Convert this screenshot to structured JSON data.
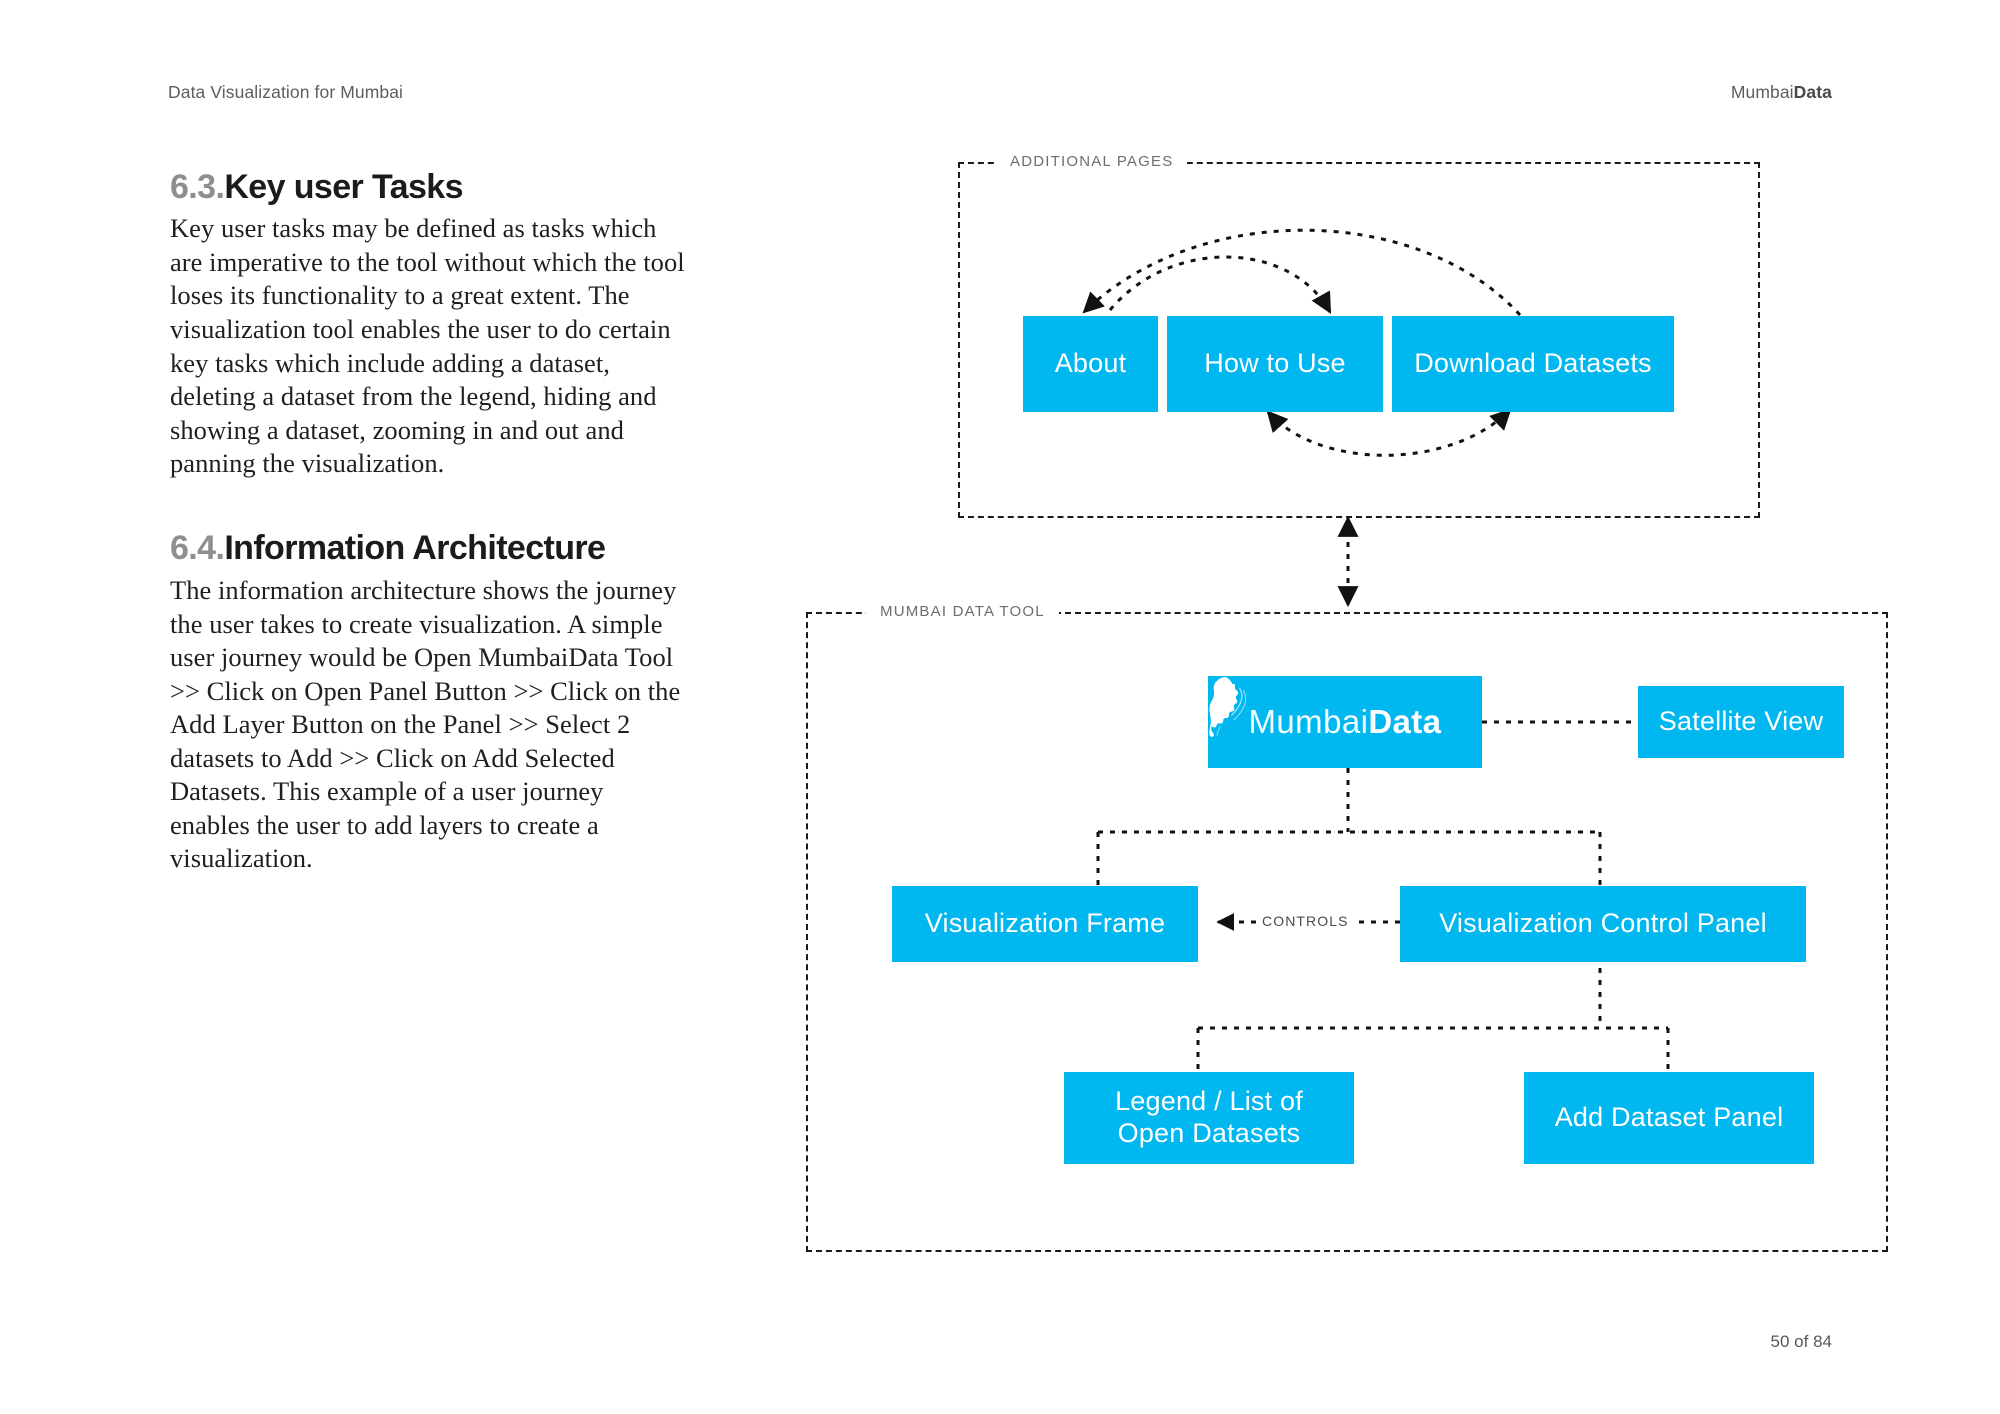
{
  "document": {
    "running_head_left": "Data Visualization for Mumbai",
    "running_head_right_light": "Mumbai",
    "running_head_right_bold": "Data",
    "folio": "50 of 84"
  },
  "sections": [
    {
      "number": "6.3.",
      "title": "Key user Tasks",
      "body": "Key user tasks may be defined as tasks which are imperative to the tool without which the tool loses its functionality to a great extent. The visualization tool enables the user to do certain key tasks which include adding a dataset, deleting a dataset from the legend, hiding and showing a dataset, zooming in and out and panning the visualization."
    },
    {
      "number": "6.4.",
      "title": "Information Architecture",
      "body": "The information architecture shows the journey the user takes to create visualization. A simple user journey would be Open MumbaiData Tool >> Click on Open Panel Button >> Click on the Add Layer Button on the Panel >> Select 2 datasets to Add >> Click on Add Selected Datasets. This example of a user journey enables the user to add layers to create a visualization."
    }
  ],
  "diagram": {
    "groups": {
      "additional_pages": {
        "label": "ADDITIONAL PAGES"
      },
      "mumbai_data_tool": {
        "label": "MUMBAI DATA TOOL"
      }
    },
    "nodes": {
      "about": "About",
      "how_to_use": "How to Use",
      "download_datasets": "Download Datasets",
      "logo_light": "Mumbai",
      "logo_bold": "Data",
      "satellite_view": "Satellite View",
      "visualization_frame": "Visualization Frame",
      "visualization_control_panel": "Visualization Control Panel",
      "legend_line1": "Legend / List of",
      "legend_line2": "Open Datasets",
      "add_dataset_panel": "Add Dataset Panel"
    },
    "edge_labels": {
      "controls": "CONTROLS"
    },
    "colors": {
      "node_fill": "#00b7f0",
      "node_text": "#ffffff",
      "connector": "#111111",
      "group_border": "#1a1a1a",
      "group_label": "#6d6d6d"
    }
  }
}
